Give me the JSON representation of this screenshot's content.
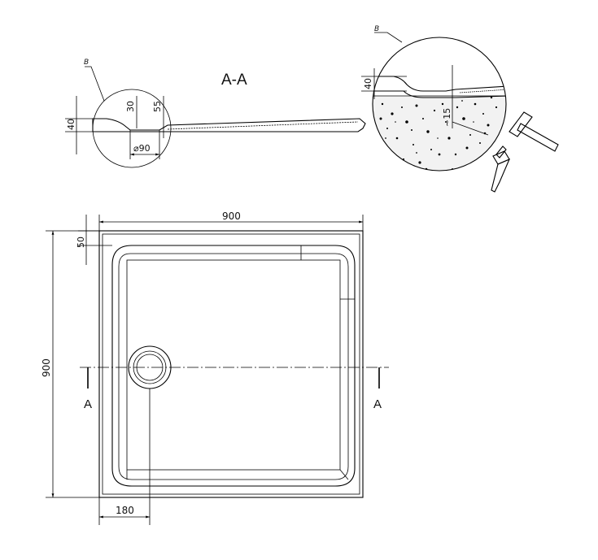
{
  "section": {
    "title": "A-A",
    "detail_ref_left": "B",
    "dim_height_40": "40",
    "dim_30": "30",
    "dim_55": "55",
    "dim_drain": "⌀90"
  },
  "detail": {
    "ref": "B",
    "dim_40": "40",
    "dim_15": "~15"
  },
  "plan": {
    "width": "900",
    "depth": "900",
    "border": "50",
    "drain_offset": "180",
    "section_left": "A",
    "section_right": "A"
  },
  "icons": [
    "hammer-icon",
    "wall-plug-icon"
  ],
  "colors": {
    "line": "#000000",
    "background": "#ffffff"
  }
}
